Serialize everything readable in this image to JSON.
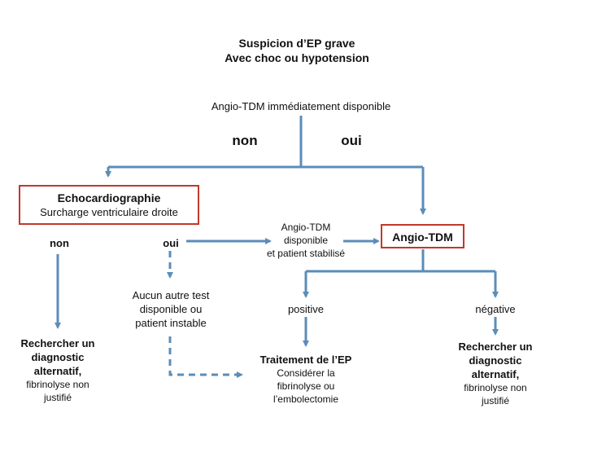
{
  "title": {
    "line1": "Suspicion d’EP grave",
    "line2": "Avec choc ou hypotension"
  },
  "question": "Angio-TDM immédiatement disponible",
  "branch_labels": {
    "non": "non",
    "oui": "oui"
  },
  "echo_box": {
    "title": "Echocardiographie",
    "subtitle": "Surcharge ventriculaire droite"
  },
  "echo_branches": {
    "non": "non",
    "oui": "oui"
  },
  "angio_available": {
    "line1": "Angio-TDM",
    "line2": "disponible",
    "line3": "et patient stabilisé"
  },
  "angio_box": {
    "title": "Angio-TDM"
  },
  "no_test": {
    "line1": "Aucun autre test",
    "line2": "disponible ou",
    "line3": "patient instable"
  },
  "angio_results": {
    "positive": "positive",
    "negative": "négative"
  },
  "treatment": {
    "title": "Traitement de l’EP",
    "line1": "Considérer la",
    "line2": "fibrinolyse ou",
    "line3": "l’embolectomie"
  },
  "alt_left": {
    "line1": "Rechercher un",
    "line2": "diagnostic",
    "line3": "alternatif,",
    "line4": "fibrinolyse non",
    "line5": "justifié"
  },
  "alt_right": {
    "line1": "Rechercher un",
    "line2": "diagnostic",
    "line3": "alternatif,",
    "line4": "fibrinolyse non",
    "line5": "justifié"
  },
  "colors": {
    "arrow": "#5b8db8",
    "box_border": "#c0392b",
    "text": "#111111"
  }
}
